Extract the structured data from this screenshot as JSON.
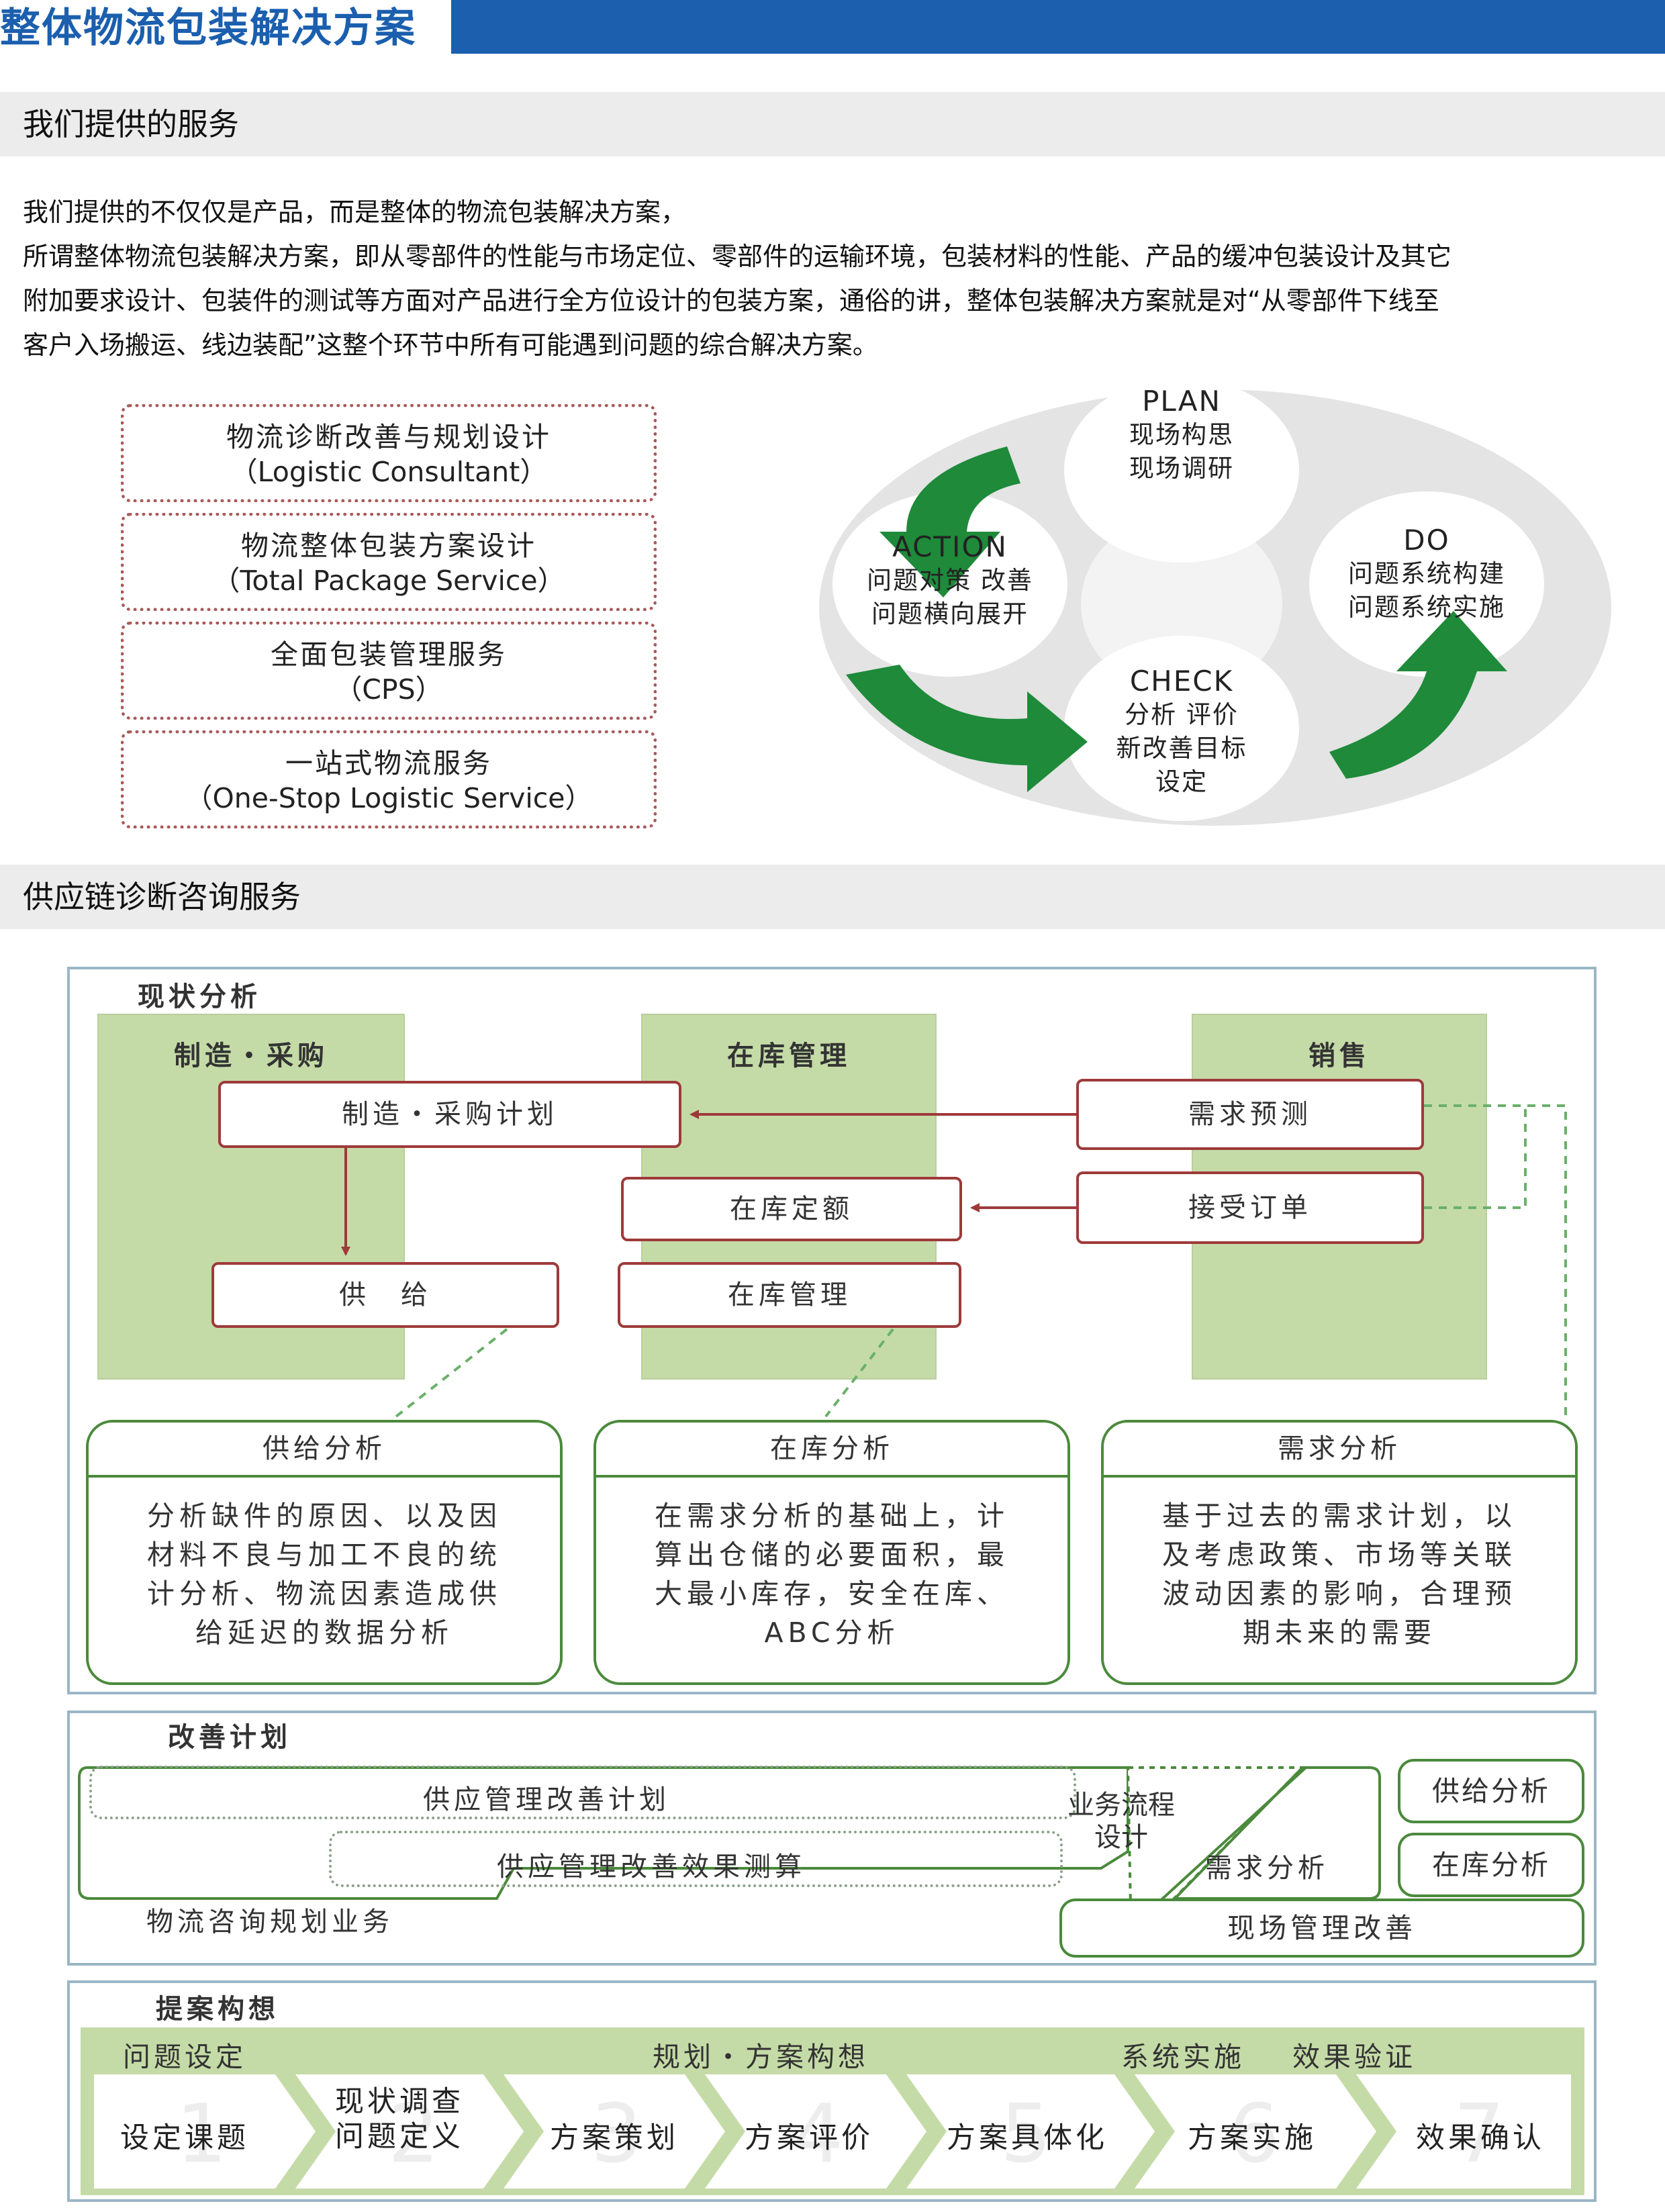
{
  "header": {
    "title": "整体物流包装解决方案",
    "accent_color": "#1b5fae"
  },
  "section1": {
    "title": "我们提供的服务",
    "paragraph_lines": [
      "我们提供的不仅仅是产品，而是整体的物流包装解决方案，",
      "所谓整体物流包装解决方案，即从零部件的性能与市场定位、零部件的运输环境，包装材料的性能、产品的缓冲包装设计及其它",
      "附加要求设计、包装件的测试等方面对产品进行全方位设计的包装方案，通俗的讲，整体包装解决方案就是对“从零部件下线至",
      "客户入场搬运、线边装配”这整个环节中所有可能遇到问题的综合解决方案。"
    ],
    "services": [
      {
        "cn": "物流诊断改善与规划设计",
        "en": "（Logistic Consultant）"
      },
      {
        "cn": "物流整体包装方案设计",
        "en": "（Total Package Service）"
      },
      {
        "cn": "全面包装管理服务",
        "en": "（CPS）"
      },
      {
        "cn": "一站式物流服务",
        "en": "（One-Stop Logistic Service）"
      }
    ],
    "pdca": {
      "plan": {
        "title": "PLAN",
        "lines": [
          "现场构思",
          "现场调研"
        ]
      },
      "do": {
        "title": "DO",
        "lines": [
          "问题系统构建",
          "问题系统实施"
        ]
      },
      "check": {
        "title": "CHECK",
        "lines": [
          "分析 评价",
          "新改善目标",
          "设定"
        ]
      },
      "action": {
        "title": "ACTION",
        "lines": [
          "问题对策 改善",
          "问题横向展开"
        ]
      },
      "arrow_color": "#1e8a3a"
    }
  },
  "section2": {
    "title": "供应链诊断咨询服务",
    "status": {
      "label": "现状分析",
      "columns": [
        "制造・采购",
        "在库管理",
        "销售"
      ],
      "boxes": {
        "plan": "制造・采购计划",
        "supply": "供　给",
        "quota": "在库定额",
        "stock": "在库管理",
        "forecast": "需求预测",
        "order": "接受订单"
      },
      "analyses": [
        {
          "title": "供给分析",
          "lines": [
            "分析缺件的原因、以及因",
            "材料不良与加工不良的统",
            "计分析、物流因素造成供",
            "给延迟的数据分析"
          ]
        },
        {
          "title": "在库分析",
          "lines": [
            "在需求分析的基础上，计",
            "算出仓储的必要面积，最",
            "大最小库存，安全在库、",
            "ABC分析"
          ]
        },
        {
          "title": "需求分析",
          "lines": [
            "基于过去的需求计划，以",
            "及考虑政策、市场等关联",
            "波动因素的影响，合理预",
            "期未来的需要"
          ]
        }
      ]
    },
    "improve": {
      "label": "改善计划",
      "plan": "供应管理改善计划",
      "measure": "供应管理改善效果测算",
      "consult": "物流咨询规划业务",
      "flow": [
        "业务流程",
        "设计"
      ],
      "demand": "需求分析",
      "supply": "供给分析",
      "stock": "在库分析",
      "site": "现场管理改善"
    },
    "proposal": {
      "label": "提案构想",
      "phases": [
        "问题设定",
        "规划・方案构想",
        "系统实施",
        "效果验证"
      ],
      "steps": [
        {
          "num": "1",
          "lines": [
            "设定课题"
          ]
        },
        {
          "num": "2",
          "lines": [
            "现状调查",
            "问题定义"
          ]
        },
        {
          "num": "3",
          "lines": [
            "方案策划"
          ]
        },
        {
          "num": "4",
          "lines": [
            "方案评价"
          ]
        },
        {
          "num": "5",
          "lines": [
            "方案具体化"
          ]
        },
        {
          "num": "6",
          "lines": [
            "方案实施"
          ]
        },
        {
          "num": "7",
          "lines": [
            "效果确认"
          ]
        }
      ]
    }
  }
}
